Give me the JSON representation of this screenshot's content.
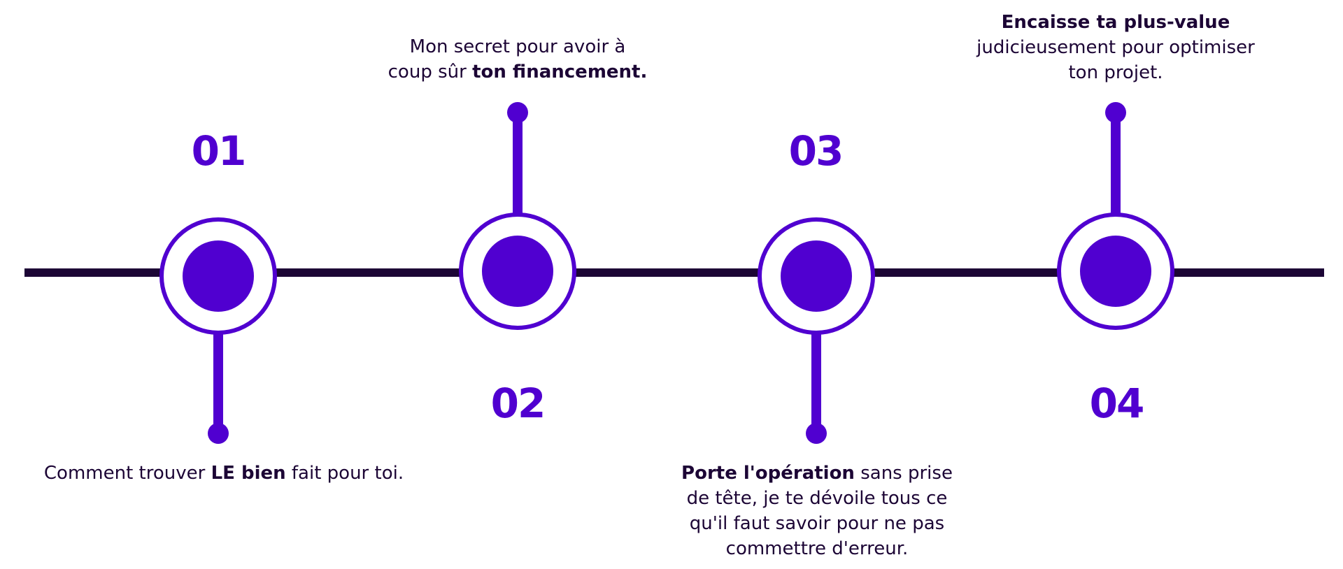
{
  "colors": {
    "accent": "#5000D0",
    "line": "#1C0535",
    "text": "#1C0535",
    "background": "#FFFFFF"
  },
  "steps": [
    {
      "number": "01",
      "text_before": "Comment trouver ",
      "text_bold": "LE bien",
      "text_after": " fait pour toi."
    },
    {
      "number": "02",
      "text_before": "Mon secret pour avoir à coup sûr ",
      "text_bold": "ton financement.",
      "text_after": ""
    },
    {
      "number": "03",
      "text_before": "",
      "text_bold": "Porte l'opération",
      "text_after": " sans prise de tête, je te dévoile tous ce qu'il faut savoir pour ne pas commettre d'erreur."
    },
    {
      "number": "04",
      "text_before": "",
      "text_bold": "Encaisse ta plus-value",
      "text_after": " judicieusement pour optimiser ton projet."
    }
  ]
}
